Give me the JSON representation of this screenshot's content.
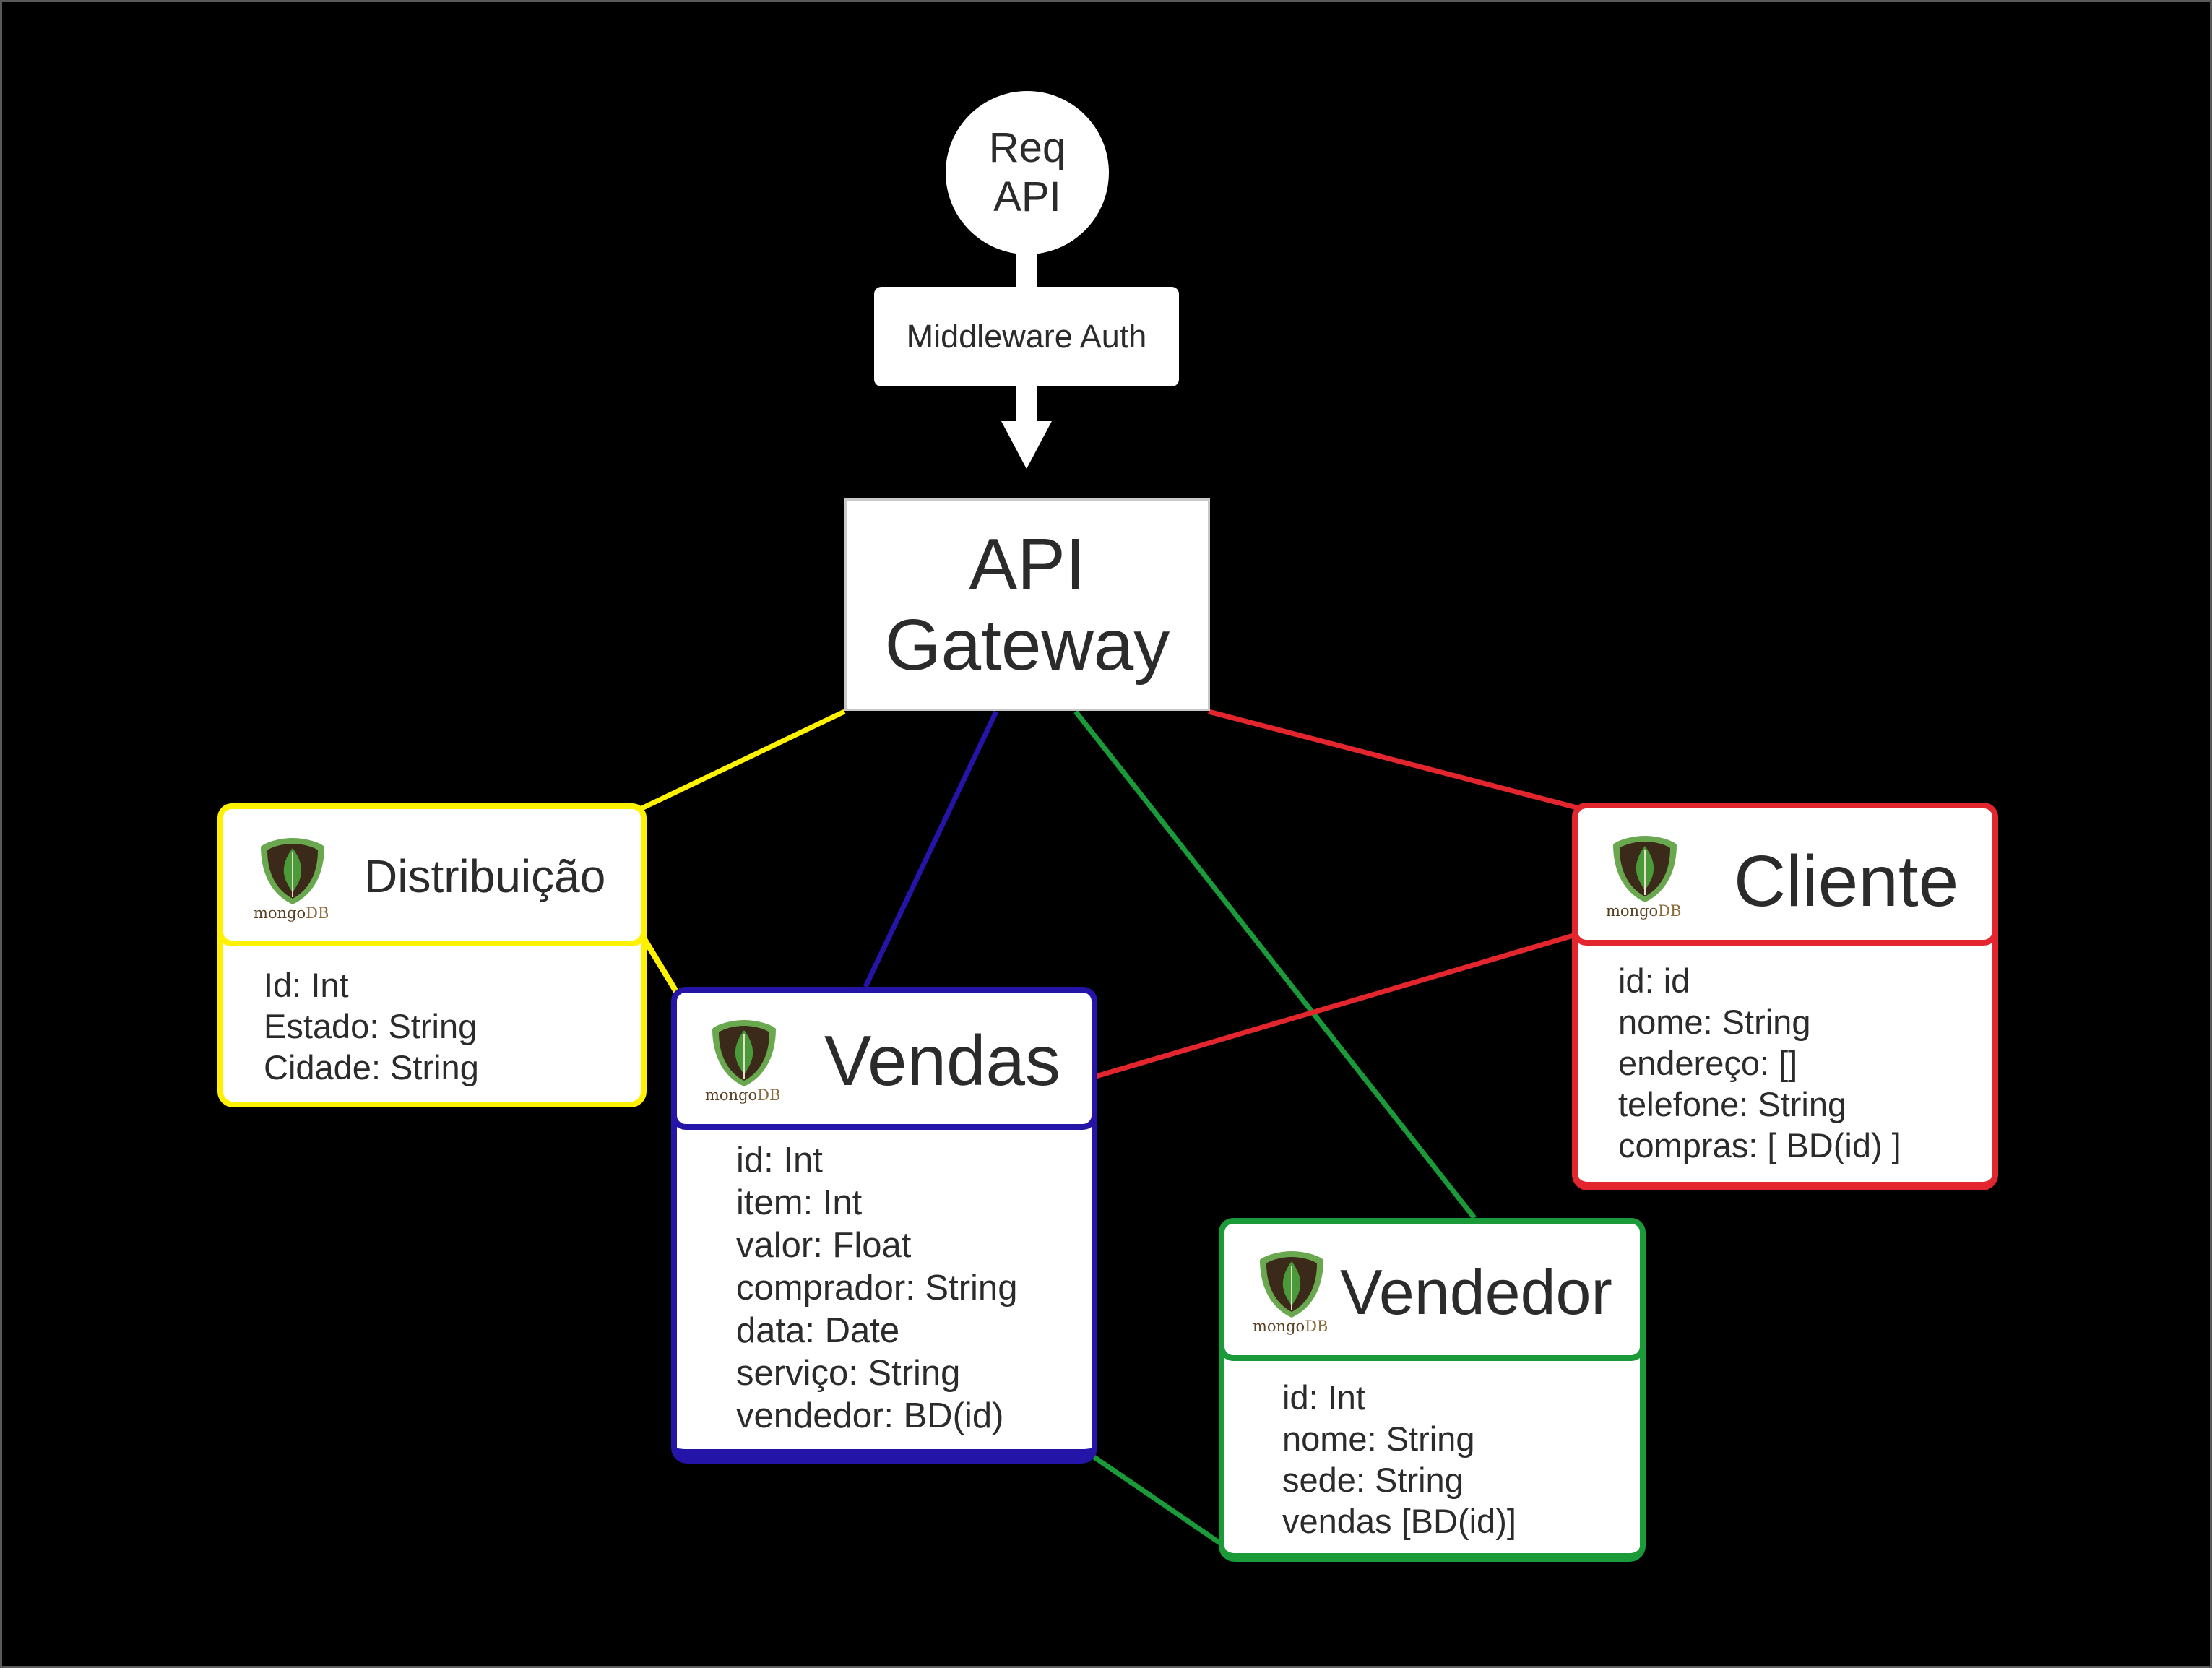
{
  "request": {
    "line1": "Req",
    "line2": "API"
  },
  "middleware": {
    "label": "Middleware Auth"
  },
  "gateway": {
    "line1": "API",
    "line2": "Gateway"
  },
  "logo": {
    "word_left": "mongo",
    "word_right": "DB",
    "leaf_color": "#4a9a3a",
    "shield_color": "#3b2a1a",
    "rim_color": "#6aa84f"
  },
  "colors": {
    "distribuicao": "#fff200",
    "vendas": "#2414a8",
    "cliente": "#e3262e",
    "vendedor": "#1a9a38"
  },
  "entities": {
    "distribuicao": {
      "title": "Distribuição",
      "fields": [
        "Id: Int",
        "Estado: String",
        "Cidade: String"
      ]
    },
    "vendas": {
      "title": "Vendas",
      "fields": [
        "id: Int",
        "item: Int",
        "valor: Float",
        "comprador: String",
        "data: Date",
        "serviço: String",
        "vendedor: BD(id)"
      ]
    },
    "cliente": {
      "title": "Cliente",
      "fields": [
        "id: id",
        "nome: String",
        "endereço: []",
        "telefone: String",
        "compras: [ BD(id) ]"
      ]
    },
    "vendedor": {
      "title": "Vendedor",
      "fields": [
        "id: Int",
        "nome: String",
        "sede: String",
        "vendas [BD(id)]"
      ]
    }
  }
}
